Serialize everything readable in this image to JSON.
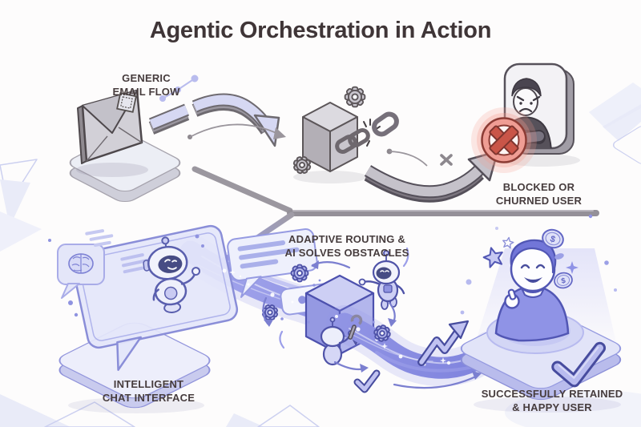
{
  "title": "Agentic Orchestration in Action",
  "flows": {
    "top": {
      "source_label": "GENERIC\nEMAIL FLOW",
      "outcome_label": "BLOCKED OR\nCHURNED USER"
    },
    "bottom": {
      "source_label": "INTELLIGENT\nCHAT INTERFACE",
      "process_label": "ADAPTIVE ROUTING &\nAI SOLVES OBSTACLES",
      "outcome_label": "SUCCESSFULLY RETAINED\n& HAPPY USER"
    }
  },
  "icons": {
    "coin_symbol": "$"
  },
  "colors": {
    "background": "#fdfcfc",
    "heading_text": "#3f3537",
    "label_text": "#463c3d",
    "accent_purple": "#8f92e4",
    "accent_purple_dark": "#5156b4",
    "lavender_light": "#e2e4f8",
    "neutral_gray": "#b3afb6",
    "outline_gray": "#5c5659",
    "blocked_red": "#c95548",
    "blocked_red_glow": "#f2968c"
  }
}
